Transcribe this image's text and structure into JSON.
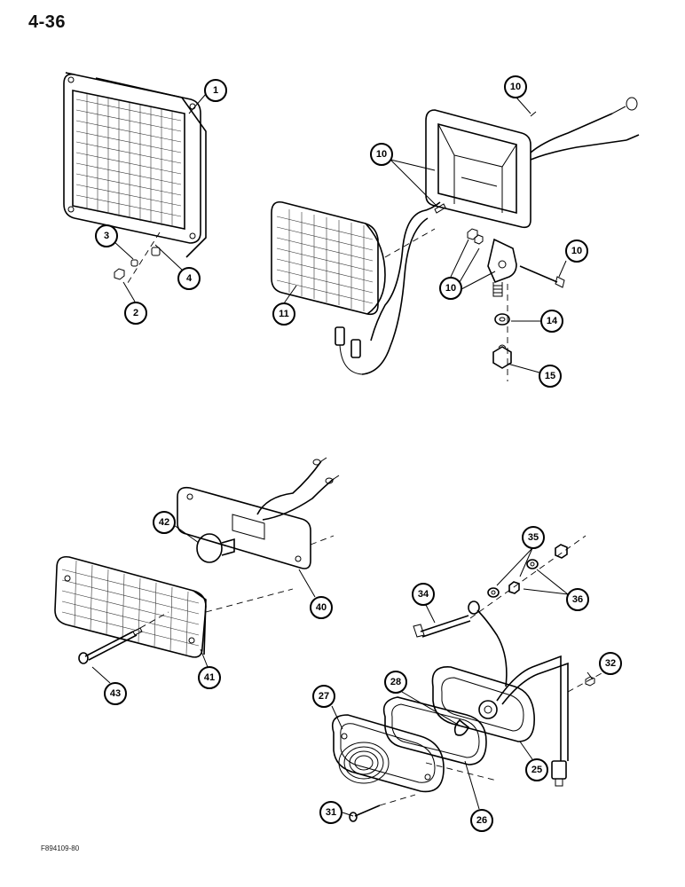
{
  "page_number": "4-36",
  "figure_code": "F894109-80",
  "callouts": {
    "c1": "1",
    "c2": "2",
    "c3": "3",
    "c4": "4",
    "c10a": "10",
    "c10b": "10",
    "c10c": "10",
    "c10d": "10",
    "c11": "11",
    "c14": "14",
    "c15": "15",
    "c25": "25",
    "c26": "26",
    "c27": "27",
    "c28": "28",
    "c31": "31",
    "c32": "32",
    "c34": "34",
    "c35": "35",
    "c36": "36",
    "c40": "40",
    "c41": "41",
    "c42": "42",
    "c43": "43"
  }
}
